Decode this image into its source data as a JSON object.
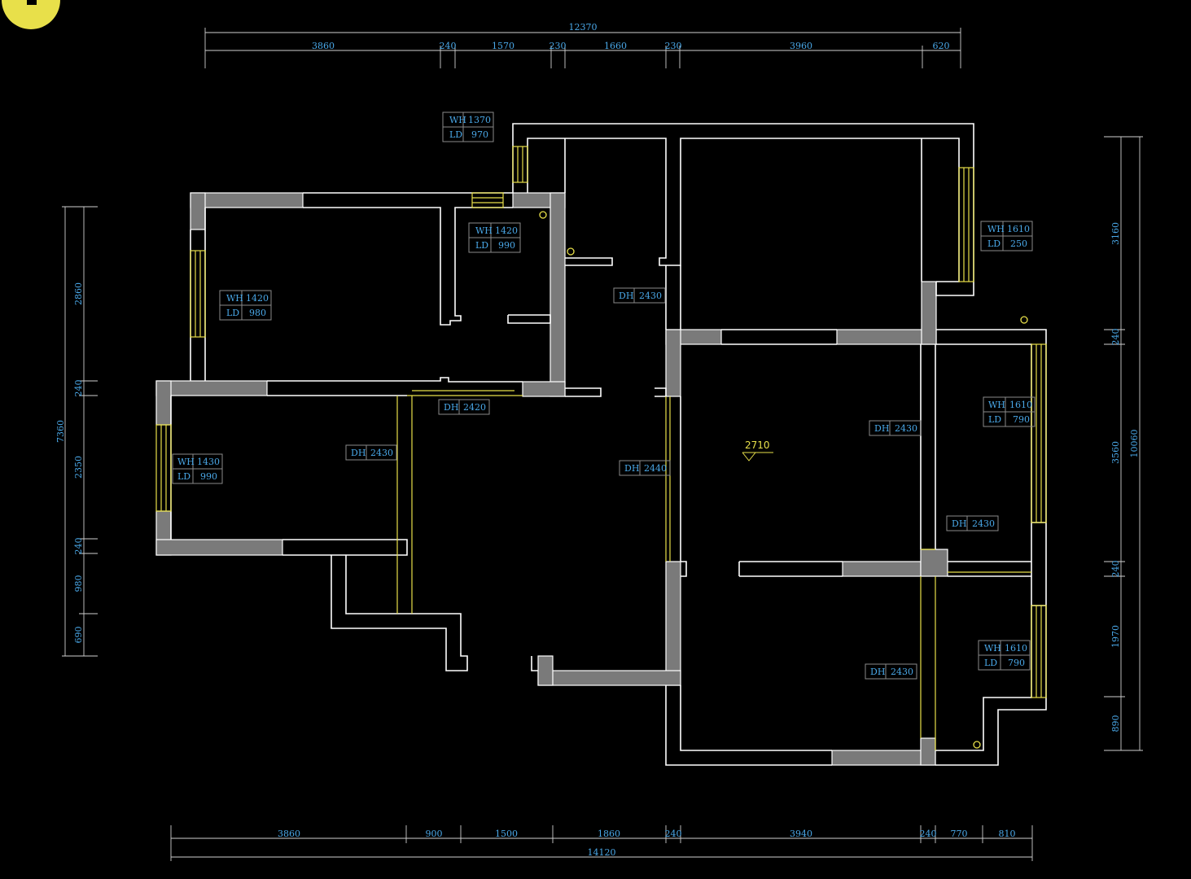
{
  "top_dims": {
    "overall": "12370",
    "segments": [
      "3860",
      "240",
      "1570",
      "230",
      "1660",
      "230",
      "3960",
      "620"
    ]
  },
  "bottom_dims": {
    "overall": "14120",
    "segments": [
      "3860",
      "900",
      "1500",
      "1860",
      "240",
      "3940",
      "240",
      "770",
      "810"
    ]
  },
  "left_dims": {
    "overall": "7360",
    "segments": [
      "2860",
      "240",
      "2350",
      "240",
      "980",
      "690"
    ]
  },
  "right_dims": {
    "overall": "10060",
    "segments": [
      "3160",
      "240",
      "3560",
      "240",
      "1970",
      "890"
    ]
  },
  "window_tags": [
    {
      "wh": "1370",
      "ld": "970"
    },
    {
      "wh": "1420",
      "ld": "990"
    },
    {
      "wh": "1610",
      "ld": "250"
    },
    {
      "wh": "1420",
      "ld": "980"
    },
    {
      "wh": "1610",
      "ld": "790"
    },
    {
      "wh": "1430",
      "ld": "990"
    },
    {
      "wh": "1610",
      "ld": "790"
    }
  ],
  "door_tags": [
    {
      "dh": "2430"
    },
    {
      "dh": "2420"
    },
    {
      "dh": "2430"
    },
    {
      "dh": "2430"
    },
    {
      "dh": "2440"
    },
    {
      "dh": "2430"
    },
    {
      "dh": "2430"
    }
  ],
  "labels": {
    "wh": "WH",
    "ld": "LD",
    "dh": "DH"
  },
  "elevation": "2710",
  "colors": {
    "dim": "#4aa8e8",
    "wall": "#ffffff",
    "solid_wall": "#7a7a7a",
    "opening": "#e8e04a",
    "background": "#000000"
  }
}
